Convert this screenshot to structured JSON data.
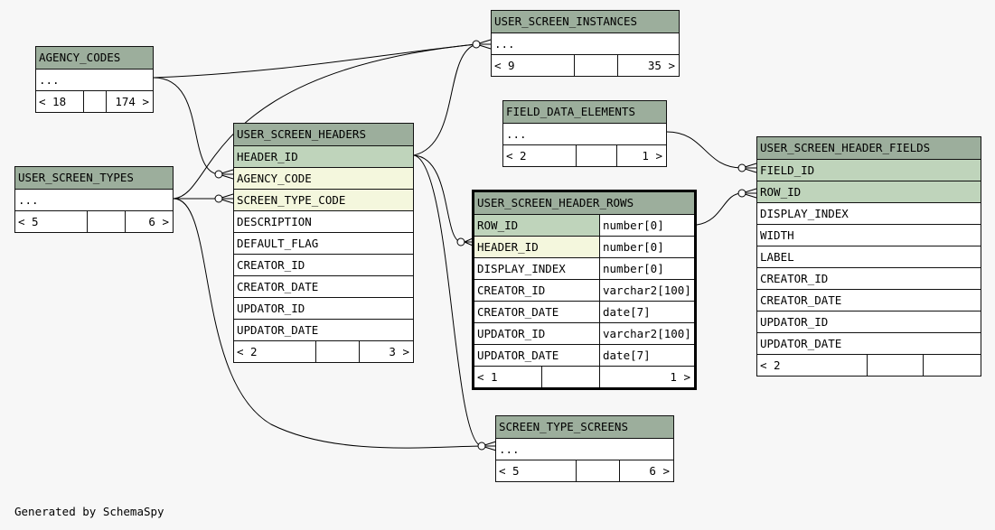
{
  "footer": "Generated by SchemaSpy",
  "tables": {
    "user_screen_instances": {
      "name": "USER_SCREEN_INSTANCES",
      "body": "...",
      "left": "< 9",
      "right": "35 >"
    },
    "agency_codes": {
      "name": "AGENCY_CODES",
      "body": "...",
      "left": "< 18",
      "right": "174 >"
    },
    "field_data_elements": {
      "name": "FIELD_DATA_ELEMENTS",
      "body": "...",
      "left": "< 2",
      "right": "1 >"
    },
    "user_screen_headers": {
      "name": "USER_SCREEN_HEADERS",
      "columns": [
        "HEADER_ID",
        "AGENCY_CODE",
        "SCREEN_TYPE_CODE",
        "DESCRIPTION",
        "DEFAULT_FLAG",
        "CREATOR_ID",
        "CREATOR_DATE",
        "UPDATOR_ID",
        "UPDATOR_DATE"
      ],
      "left": "< 2",
      "right": "3 >"
    },
    "user_screen_types": {
      "name": "USER_SCREEN_TYPES",
      "body": "...",
      "left": "< 5",
      "right": "6 >"
    },
    "user_screen_header_rows": {
      "name": "USER_SCREEN_HEADER_ROWS",
      "columns": [
        {
          "name": "ROW_ID",
          "type": "number[0]"
        },
        {
          "name": "HEADER_ID",
          "type": "number[0]"
        },
        {
          "name": "DISPLAY_INDEX",
          "type": "number[0]"
        },
        {
          "name": "CREATOR_ID",
          "type": "varchar2[100]"
        },
        {
          "name": "CREATOR_DATE",
          "type": "date[7]"
        },
        {
          "name": "UPDATOR_ID",
          "type": "varchar2[100]"
        },
        {
          "name": "UPDATOR_DATE",
          "type": "date[7]"
        }
      ],
      "left": "< 1",
      "right": "1 >"
    },
    "user_screen_header_fields": {
      "name": "USER_SCREEN_HEADER_FIELDS",
      "columns": [
        "FIELD_ID",
        "ROW_ID",
        "DISPLAY_INDEX",
        "WIDTH",
        "LABEL",
        "CREATOR_ID",
        "CREATOR_DATE",
        "UPDATOR_ID",
        "UPDATOR_DATE"
      ],
      "left": "< 2",
      "right": ""
    },
    "screen_type_screens": {
      "name": "SCREEN_TYPE_SCREENS",
      "body": "...",
      "left": "< 5",
      "right": "6 >"
    }
  },
  "colors": {
    "header": "#9cae9c",
    "primary_key": "#bfd4bb",
    "foreign_key": "#f4f7dd",
    "edge": "#000000"
  }
}
